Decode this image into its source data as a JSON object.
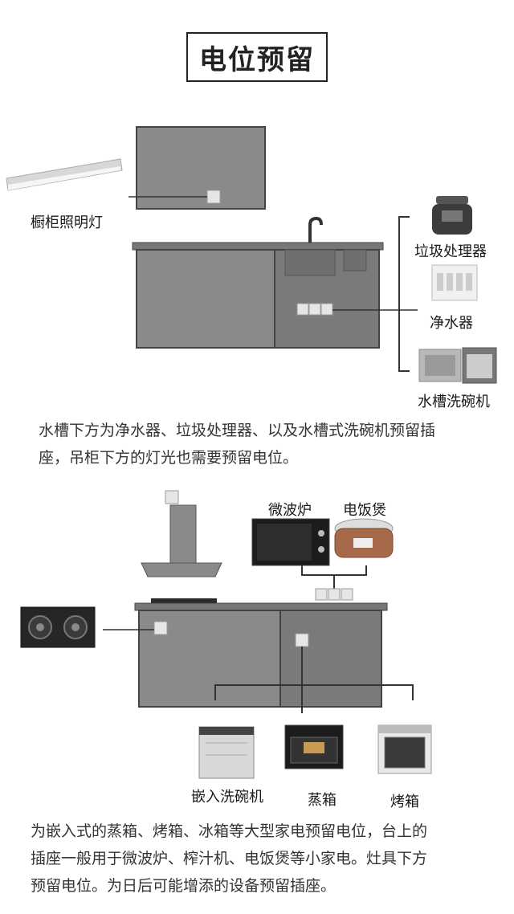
{
  "title": "电位预留",
  "section1": {
    "labels": {
      "cabinet_light": "橱柜照明灯",
      "disposer": "垃圾处理器",
      "purifier": "净水器",
      "sink_dishwasher": "水槽洗碗机"
    },
    "paragraph": [
      "水槽下方为净水器、垃圾处理器、以及水槽式洗碗机预留插",
      "座，吊柜下方的灯光也需要预留电位。"
    ]
  },
  "section2": {
    "labels": {
      "microwave": "微波炉",
      "rice_cooker": "电饭煲",
      "built_in_dishwasher": "嵌入洗碗机",
      "steamer": "蒸箱",
      "oven": "烤箱"
    },
    "paragraph": [
      "为嵌入式的蒸箱、烤箱、冰箱等大型家电预留电位，台上的",
      "插座一般用于微波炉、榨汁机、电饭煲等小家电。灶具下方",
      "预留电位。为日后可能增添的设备预留插座。"
    ]
  },
  "colors": {
    "cabinet": "#8a8a8a",
    "cabinet_dark": "#6f6f6f",
    "line": "#333333",
    "outlet": "#e6e6e6"
  }
}
